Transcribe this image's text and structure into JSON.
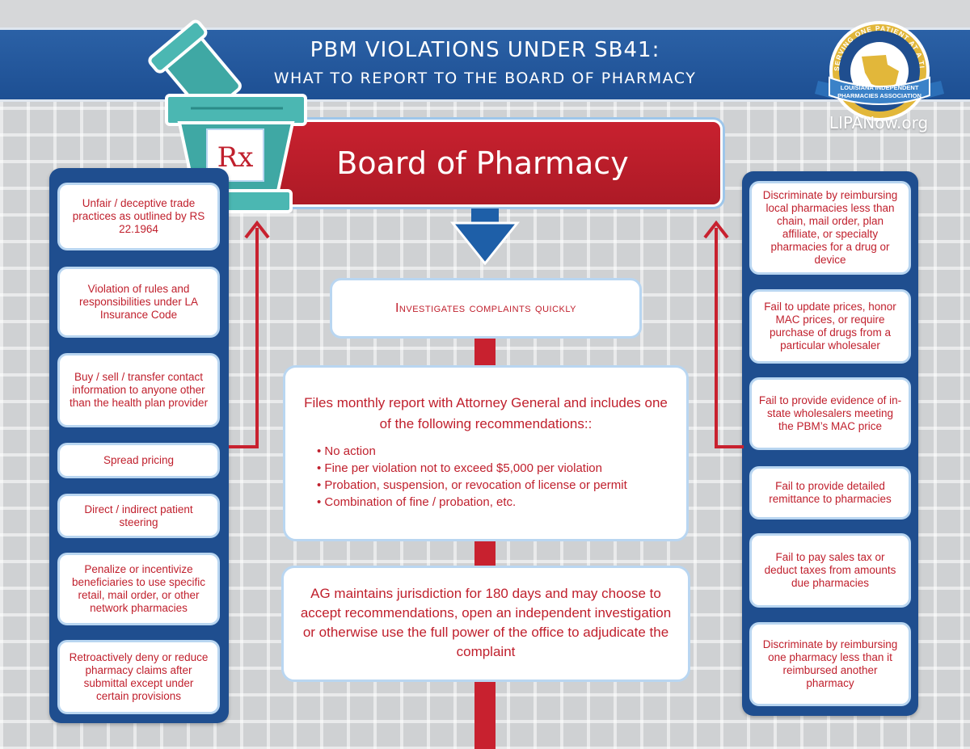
{
  "header": {
    "title_line1": "PBM VIOLATIONS UNDER SB41:",
    "title_line2": "WHAT TO REPORT TO THE BOARD OF PHARMACY",
    "website": "LIPANow.org",
    "logo": {
      "ring_text": "SERVING ONE PATIENT AT A TIME",
      "banner_line1": "LOUISIANA INDEPENDENT",
      "banner_line2": "PHARMACIES ASSOCIATION"
    },
    "rx_symbol": "Rx"
  },
  "board": {
    "title": "Board of Pharmacy"
  },
  "left_items": [
    "Unfair / deceptive trade practices as outlined by RS 22.1964",
    "Violation of rules and responsibilities under LA Insurance Code",
    "Buy / sell / transfer contact information to anyone other than the health plan provider",
    "Spread pricing",
    "Direct / indirect patient steering",
    "Penalize or incentivize beneficiaries to use specific retail, mail order, or other network pharmacies",
    "Retroactively deny or reduce pharmacy claims after submittal except under certain provisions"
  ],
  "right_items": [
    "Discriminate by reimbursing local pharmacies less than chain, mail order, plan affiliate, or specialty pharmacies for a drug or device",
    "Fail to update prices, honor MAC prices, or require purchase of drugs from a particular wholesaler",
    "Fail to provide evidence of in-state wholesalers meeting the PBM’s MAC price",
    "Fail to provide detailed remittance to pharmacies",
    "Fail to pay sales tax or deduct taxes from amounts due pharmacies",
    "Discriminate by reimbursing one pharmacy less than it reimbursed another pharmacy"
  ],
  "center": {
    "investigate": "Investigates complaints quickly",
    "report_title": "Files monthly report with Attorney General and includes one of the following recommendations::",
    "report_items": [
      "No action",
      "Fine per violation not to exceed $5,000 per violation",
      "Probation, suspension, or revocation of license or permit",
      "Combination of fine / probation, etc."
    ],
    "ag_text": "AG maintains jurisdiction for 180 days and may choose to accept recommendations, open an independent investigation or otherwise use the full power of the office to adjudicate the complaint"
  },
  "colors": {
    "navy": "#1f4e8f",
    "red": "#c8212f",
    "text_red": "#c0202d",
    "card_border": "#b9d6f1",
    "teal": "#3fa8a4",
    "gold": "#e2b73a"
  }
}
